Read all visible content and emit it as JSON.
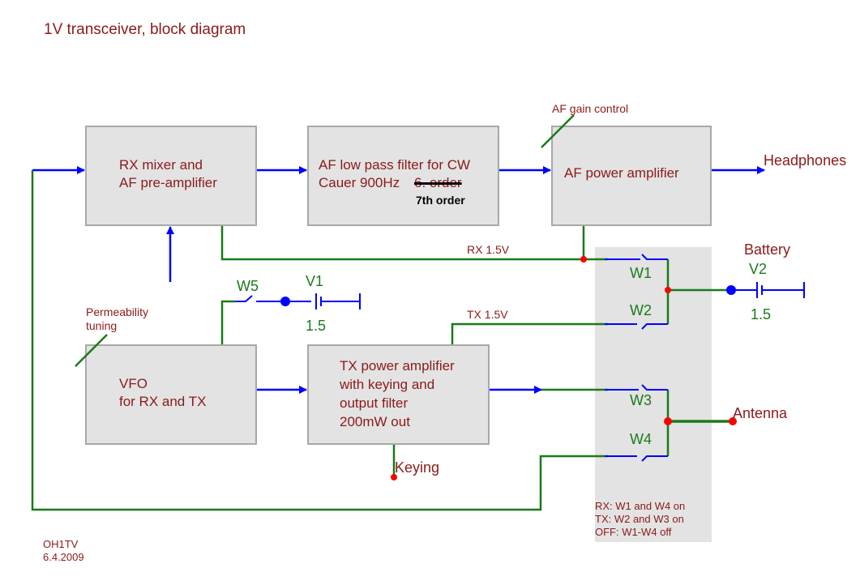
{
  "title": "1V transceiver, block diagram",
  "blocks": {
    "rx_mixer": [
      "RX mixer and",
      "AF pre-amplifier"
    ],
    "af_filter": [
      "AF low pass filter for CW",
      "Cauer 900Hz"
    ],
    "af_filter_struck": "6. order",
    "af_filter_correction": "7th order",
    "af_power": [
      "AF power amplifier"
    ],
    "vfo": [
      "VFO",
      "for RX and TX"
    ],
    "tx_power": [
      "TX power amplifier",
      "with keying and",
      "output filter",
      "200mW out"
    ]
  },
  "labels": {
    "af_gain": "AF gain control",
    "permeability": [
      "Permeability",
      "tuning"
    ],
    "headphones": "Headphones",
    "battery": "Battery",
    "antenna": "Antenna",
    "keying": "Keying",
    "rx_rail": "RX 1.5V",
    "tx_rail": "TX 1.5V"
  },
  "components": {
    "w1": "W1",
    "w2": "W2",
    "w3": "W3",
    "w4": "W4",
    "w5": "W5",
    "v1": "V1",
    "v1_value": "1.5",
    "v2": "V2",
    "v2_value": "1.5"
  },
  "switch_notes": [
    "RX: W1 and W4 on",
    "TX: W2 and W3 on",
    "OFF: W1-W4 off"
  ],
  "footer": {
    "call": "OH1TV",
    "date": "6.4.2009"
  },
  "colors": {
    "signal": "#0000ff",
    "wire": "#1a7a1a",
    "node": "#ff0000",
    "text": "#8b1a1a",
    "block": "#e3e3e3",
    "switch_panel": "#e3e3e3"
  }
}
